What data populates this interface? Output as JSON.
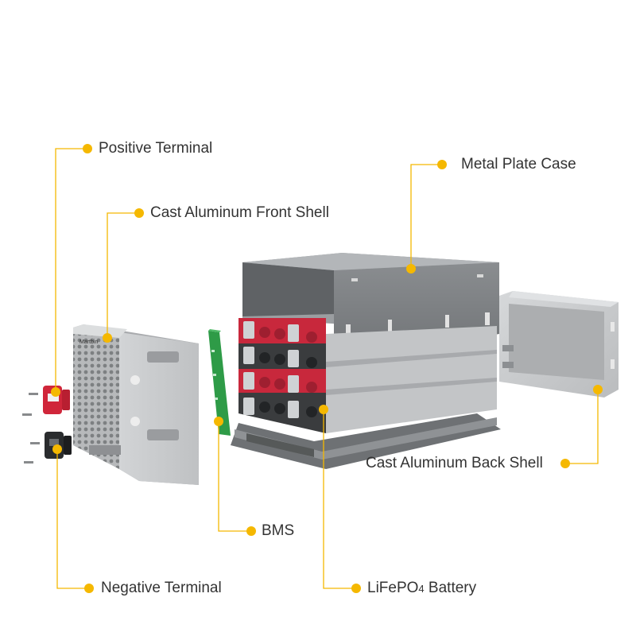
{
  "colors": {
    "leader": "#F5B800",
    "text": "#333333",
    "shell": "#C9CBCD",
    "case": "#7E8184",
    "cell_red": "#C8283C",
    "bms_green": "#2E9B47"
  },
  "brand_mark": "Martbin",
  "callouts": {
    "positive_terminal": "Positive Terminal",
    "cast_aluminum_front_shell": "Cast Aluminum Front Shell",
    "metal_plate_case": "Metal Plate Case",
    "cast_aluminum_back_shell": "Cast Aluminum Back Shell",
    "bms": "BMS",
    "lifepo4_battery_main": "LiFePO",
    "lifepo4_battery_sub": "4",
    "lifepo4_battery_suffix": " Battery",
    "negative_terminal": "Negative Terminal"
  }
}
